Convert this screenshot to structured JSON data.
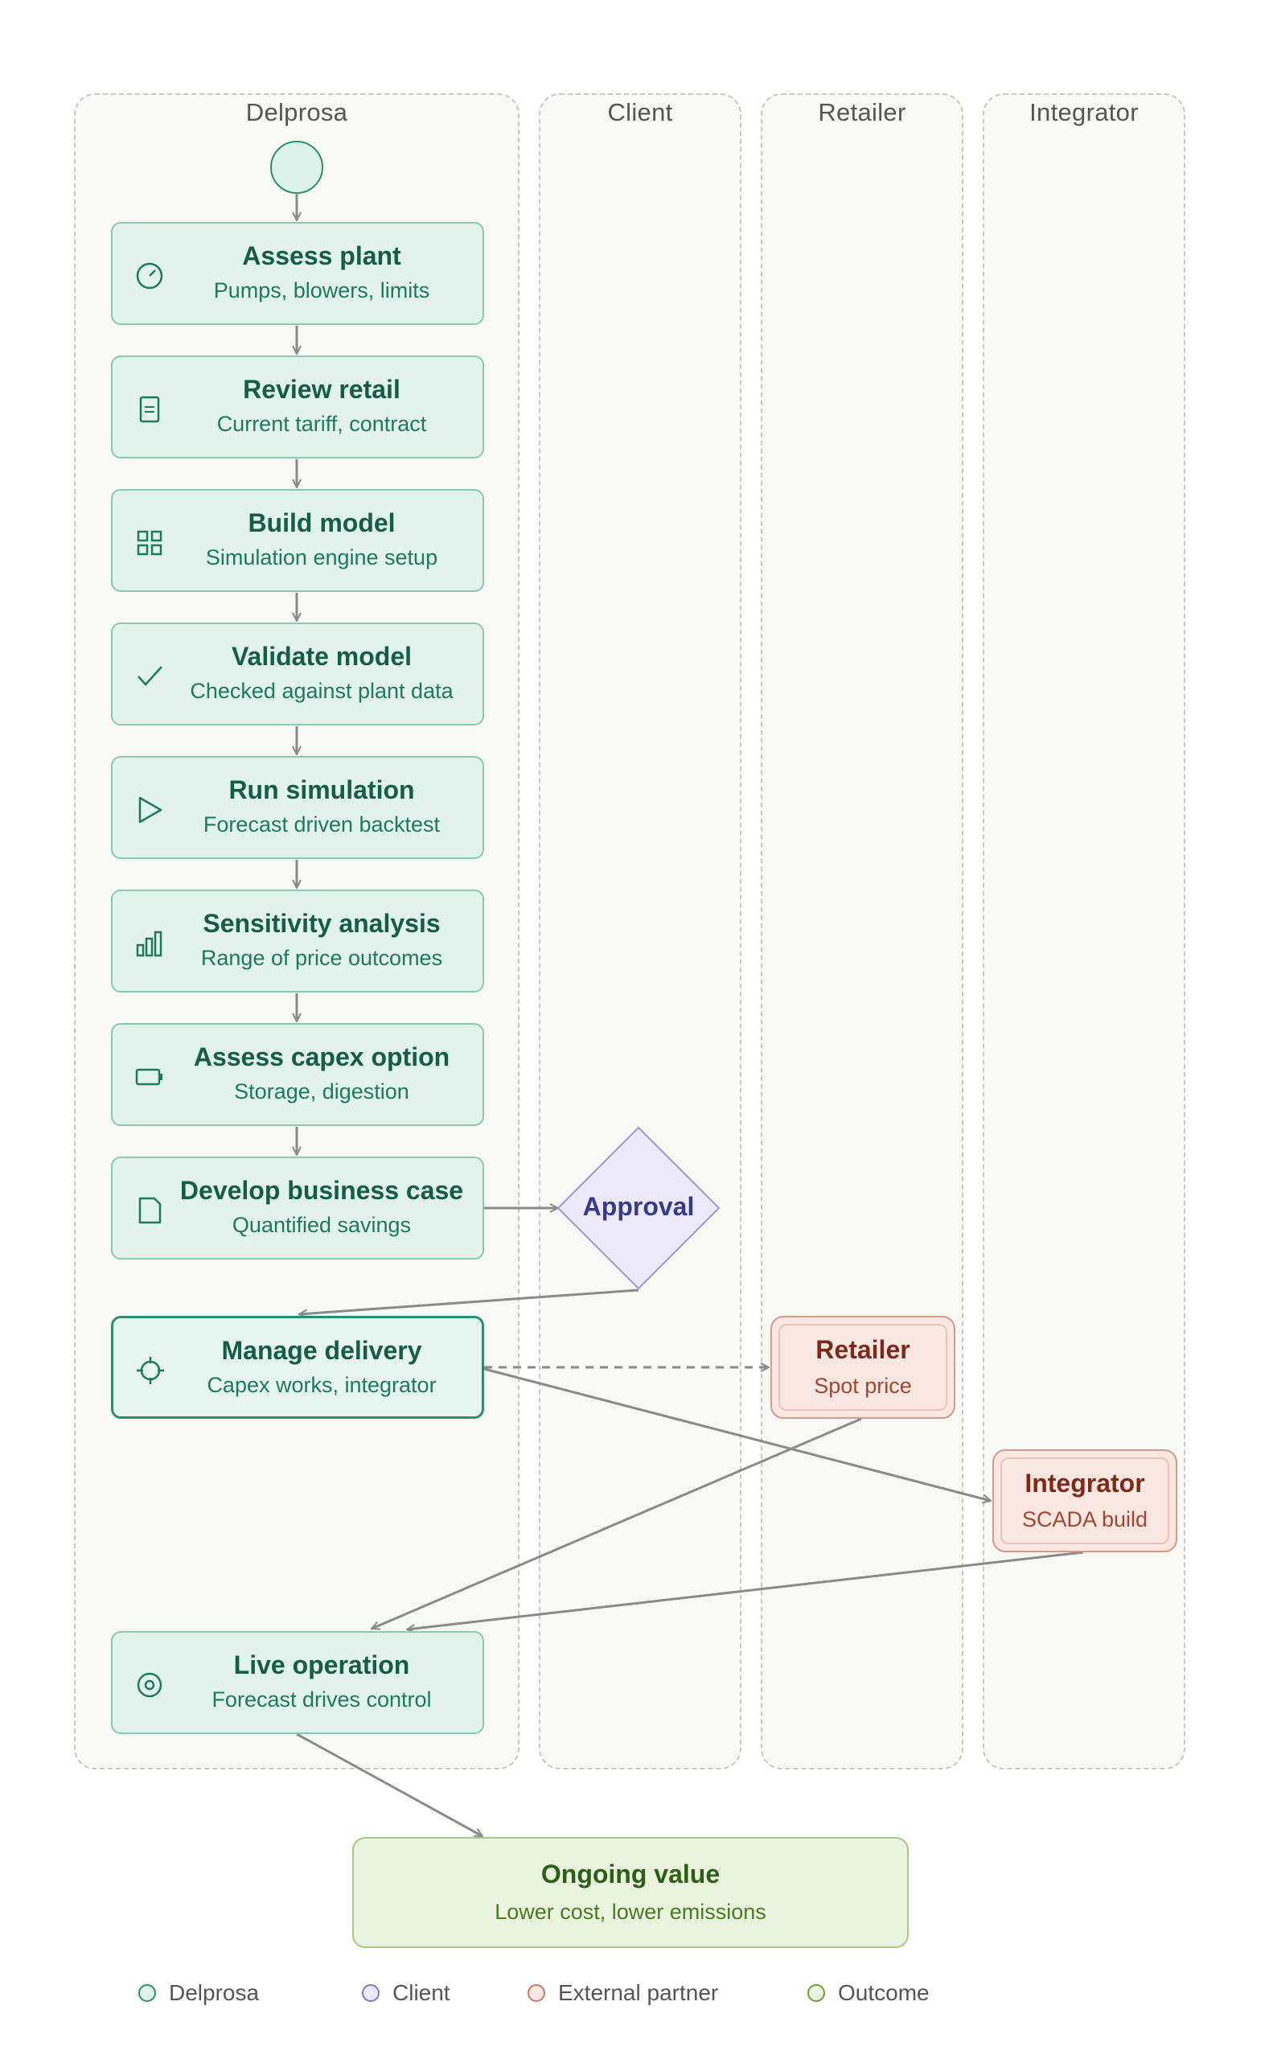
{
  "lanes": {
    "delprosa": "Delprosa",
    "client": "Client",
    "retailer": "Retailer",
    "integrator": "Integrator"
  },
  "steps": [
    {
      "title": "Assess plant",
      "subtitle": "Pumps, blowers, limits",
      "icon": "gauge-icon"
    },
    {
      "title": "Review retail",
      "subtitle": "Current tariff, contract",
      "icon": "document-icon"
    },
    {
      "title": "Build model",
      "subtitle": "Simulation engine setup",
      "icon": "grid-icon"
    },
    {
      "title": "Validate model",
      "subtitle": "Checked against plant data",
      "icon": "check-icon"
    },
    {
      "title": "Run simulation",
      "subtitle": "Forecast driven backtest",
      "icon": "play-icon"
    },
    {
      "title": "Sensitivity analysis",
      "subtitle": "Range of price outcomes",
      "icon": "bar-chart-icon"
    },
    {
      "title": "Assess capex option",
      "subtitle": "Storage, digestion",
      "icon": "battery-icon"
    },
    {
      "title": "Develop business case",
      "subtitle": "Quantified savings",
      "icon": "page-icon"
    },
    {
      "title": "Manage delivery",
      "subtitle": "Capex works, integrator",
      "icon": "crosshair-icon"
    },
    {
      "title": "Live operation",
      "subtitle": "Forecast drives control",
      "icon": "target-icon"
    }
  ],
  "decision": {
    "label": "Approval"
  },
  "partners": {
    "retailer": {
      "title": "Retailer",
      "subtitle": "Spot price"
    },
    "integrator": {
      "title": "Integrator",
      "subtitle": "SCADA build"
    }
  },
  "outcome": {
    "title": "Ongoing value",
    "subtitle": "Lower cost, lower emissions"
  },
  "legend": [
    {
      "label": "Delprosa",
      "color": "#2b8f6f"
    },
    {
      "label": "Client",
      "color": "#7b78d0"
    },
    {
      "label": "External partner",
      "color": "#c9786a"
    },
    {
      "label": "Outcome",
      "color": "#6e9e3c"
    }
  ],
  "colors": {
    "delprosa_fill": "#e1f3ec",
    "client_fill": "#eceafa",
    "partner_fill": "#fbe7e2",
    "outcome_fill": "#e9f3de",
    "connector": "#8a8a8a"
  }
}
